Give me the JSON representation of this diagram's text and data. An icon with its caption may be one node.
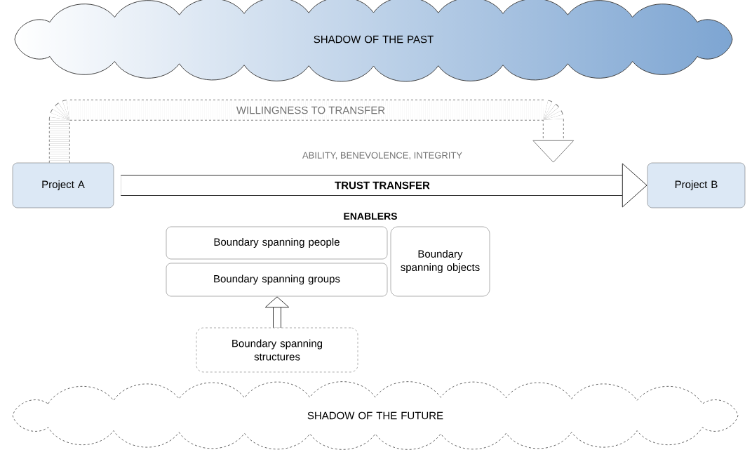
{
  "diagram": {
    "nodes": [
      {
        "text": [
          "SHADOW OF THE PAST"
        ]
      },
      {
        "text": [
          "Project A"
        ]
      },
      {
        "text": [
          "Project B"
        ]
      },
      {
        "text": [
          "Boundary spanning people"
        ]
      },
      {
        "text": [
          "Boundary spanning groups"
        ]
      },
      {
        "text": [
          "Boundary spanning objects"
        ]
      },
      {
        "text": [
          "Boundary spanning structures"
        ]
      },
      {
        "text": [
          "SHADOW OF THE FUTURE"
        ]
      }
    ],
    "edges": [
      {
        "from": 1,
        "to": 2,
        "arrow": "to",
        "label": "TRUST TRANSFER"
      },
      {
        "from": 1,
        "to": null,
        "arrow": "to",
        "label": "WILLINGNESS TO TRANSFER",
        "style": "dashed",
        "color": "#808080"
      },
      {
        "from": 6,
        "to": 4,
        "arrow": "to"
      }
    ],
    "labels": [
      "ABILITY, BENEVOLENCE, INTEGRITY",
      "ENABLERS"
    ]
  }
}
